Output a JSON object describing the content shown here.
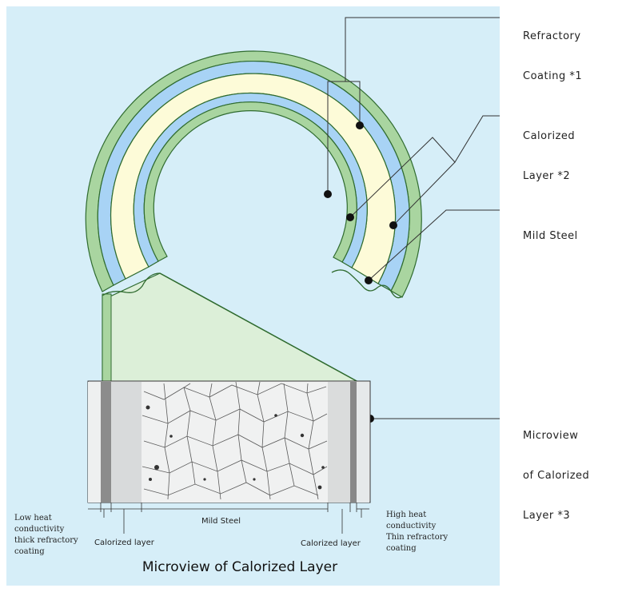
{
  "callouts": {
    "refractory_line1": "Refractory",
    "refractory_line2": "Coating *1",
    "calorized_line1": "Calorized",
    "calorized_line2": "Layer *2",
    "mild_steel": "Mild Steel",
    "microview_line1": "Microview",
    "microview_line2": "of Calorized",
    "microview_line3": "Layer *3"
  },
  "dimension_labels": {
    "low_heat_1": "Low heat",
    "low_heat_2": "conductivity",
    "low_heat_3": "thick refractory",
    "low_heat_4": "coating",
    "calorized_left": "Calorized layer",
    "mild_steel": "Mild Steel",
    "calorized_right": "Calorized layer",
    "high_heat_1": "High heat",
    "high_heat_2": "conductivity",
    "high_heat_3": "Thin  refractory",
    "high_heat_4": "coating"
  },
  "caption": "Microview of Calorized Layer",
  "colors": {
    "background": "#d6eef8",
    "refractory_green": "#a9d5a0",
    "calorized_blue": "#a8d3f5",
    "mild_steel_cream": "#fdfbd8",
    "wedge_fill": "#dcefd8"
  }
}
